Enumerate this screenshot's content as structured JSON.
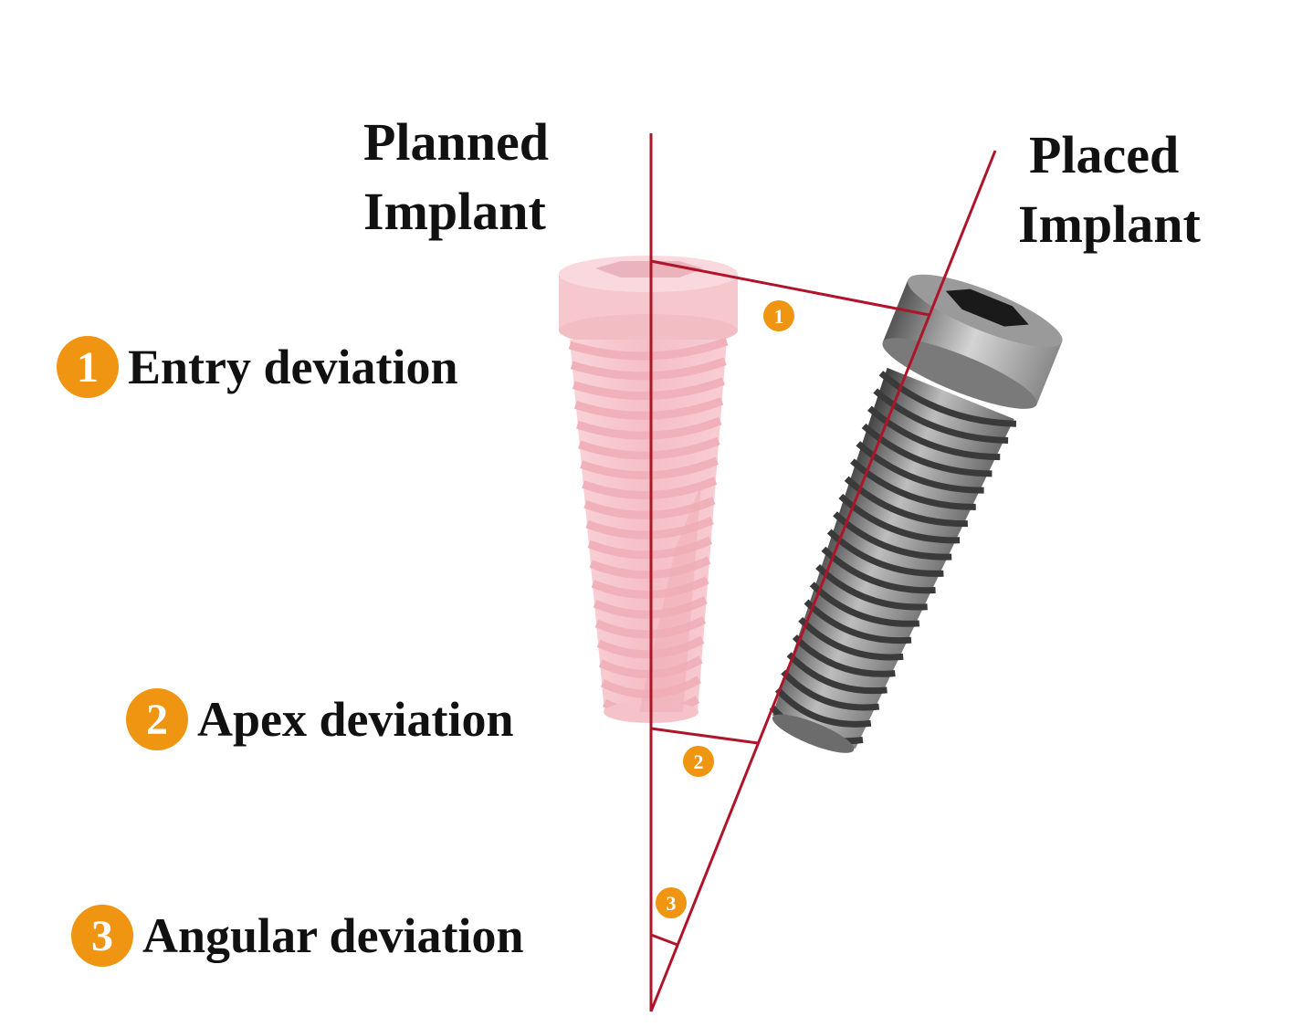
{
  "labels": {
    "planned": [
      "Planned",
      "Implant"
    ],
    "placed": [
      "Placed",
      "Implant"
    ]
  },
  "legend": [
    {
      "number": "1",
      "label": "Entry deviation"
    },
    {
      "number": "2",
      "label": "Apex deviation"
    },
    {
      "number": "3",
      "label": "Angular deviation"
    }
  ],
  "markers": [
    "1",
    "2",
    "3"
  ],
  "colors": {
    "axis_line": "#b0142a",
    "badge": "#ef9512",
    "planned_implant": "#f4b3bb",
    "placed_implant": "#7d7d7d"
  }
}
